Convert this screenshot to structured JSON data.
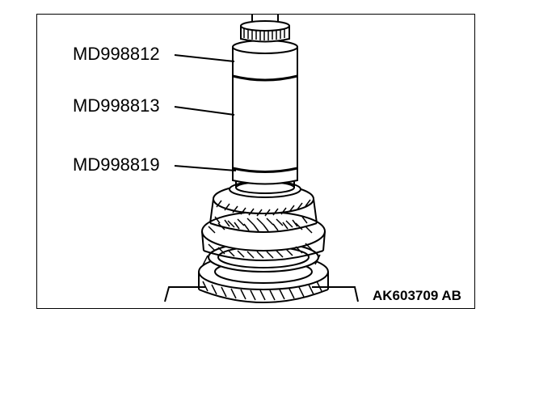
{
  "callouts": [
    {
      "label": "MD998812"
    },
    {
      "label": "MD998813"
    },
    {
      "label": "MD998819"
    }
  ],
  "figure_id": "AK603709 AB",
  "colors": {
    "line": "#000000",
    "background": "#ffffff"
  }
}
